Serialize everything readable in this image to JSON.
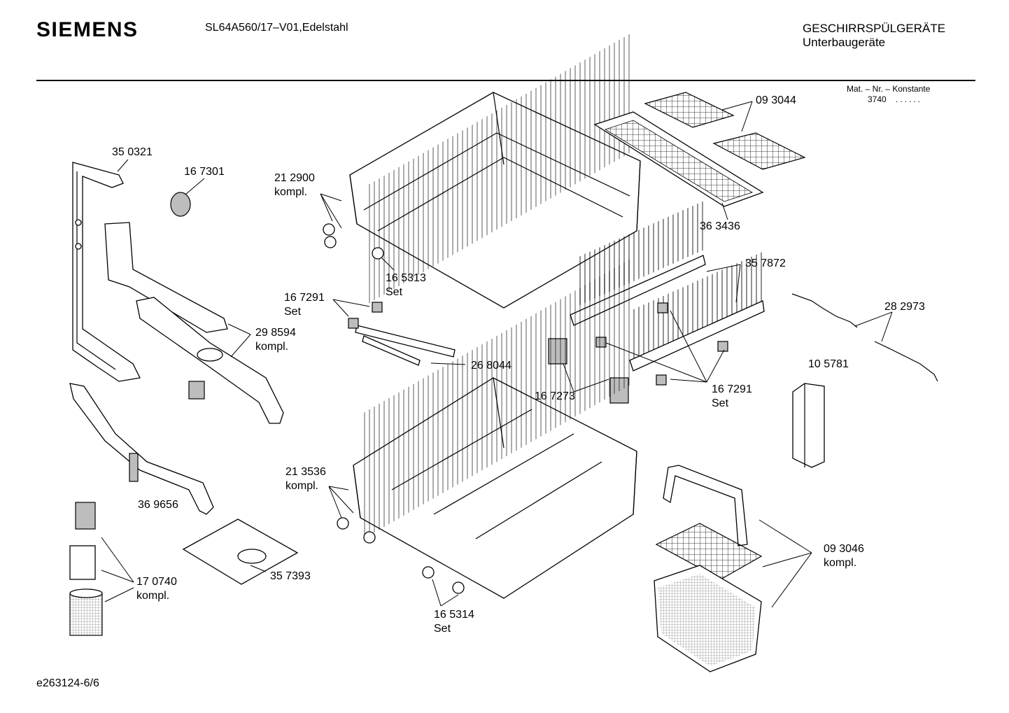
{
  "header": {
    "brand": "SIEMENS",
    "model": "SL64A560/17–V01,Edelstahl",
    "category_line1": "GESCHIRRSPÜLGERÄTE",
    "category_line2": "Unterbaugeräte",
    "mat_label": "Mat. – Nr. – Konstante",
    "mat_value": "3740",
    "mat_dots": "......"
  },
  "footer": {
    "doc_id": "e263124-6/6"
  },
  "parts": [
    {
      "number": "35 0321"
    },
    {
      "number": "16 7301"
    },
    {
      "number": "21 2900",
      "suffix": "kompl."
    },
    {
      "number": "09 3044"
    },
    {
      "number": "36 3436"
    },
    {
      "number": "16 5313",
      "suffix": "Set"
    },
    {
      "number": "35 7872"
    },
    {
      "number": "16 7291",
      "suffix": "Set"
    },
    {
      "number": "29 8594",
      "suffix": "kompl."
    },
    {
      "number": "26 8044"
    },
    {
      "number": "28 2973"
    },
    {
      "number": "10 5781"
    },
    {
      "number": "16 7273"
    },
    {
      "number": "16 7291",
      "suffix": "Set"
    },
    {
      "number": "21 3536",
      "suffix": "kompl."
    },
    {
      "number": "36 9656"
    },
    {
      "number": "09 3046",
      "suffix": "kompl."
    },
    {
      "number": "35 7393"
    },
    {
      "number": "17 0740",
      "suffix": "kompl."
    },
    {
      "number": "16 5314",
      "suffix": "Set"
    }
  ]
}
